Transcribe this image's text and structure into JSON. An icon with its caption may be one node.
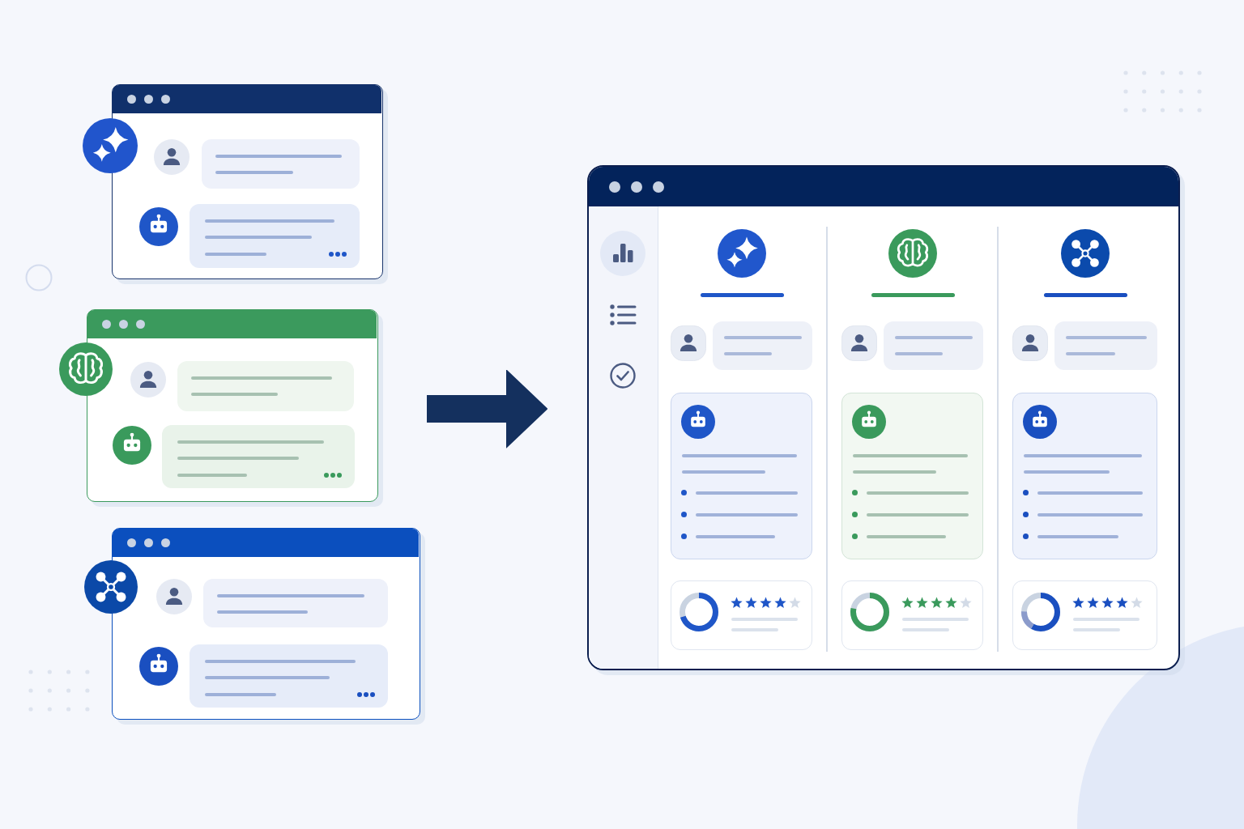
{
  "diagram": {
    "nodes": [
      {
        "text": [],
        "shape": "box"
      },
      {
        "text": [],
        "shape": "box"
      },
      {
        "text": [],
        "shape": "box"
      },
      {
        "text": [],
        "shape": "box"
      }
    ],
    "edges": [
      {
        "from": null,
        "to": 3,
        "arrow": "to"
      }
    ]
  }
}
